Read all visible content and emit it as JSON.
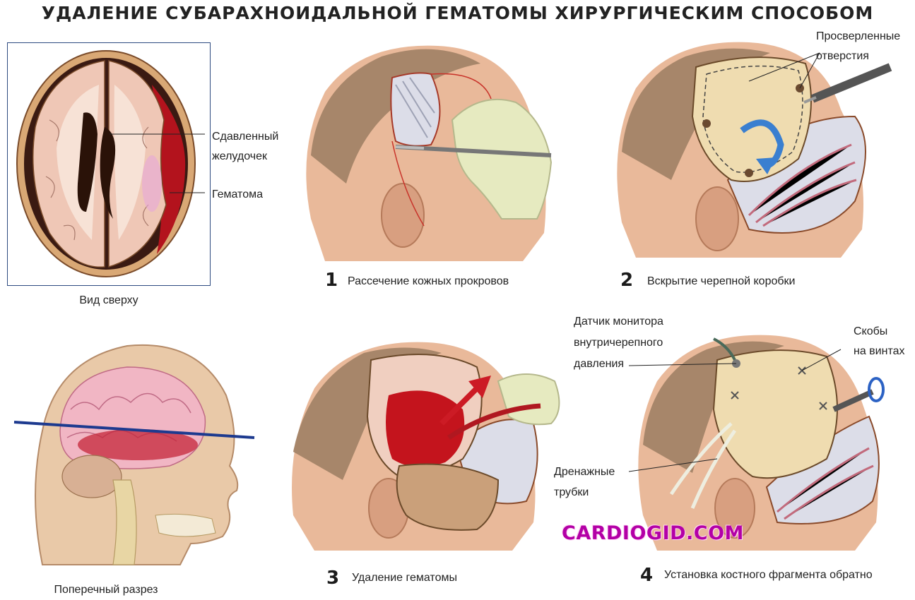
{
  "title": "УДАЛЕНИЕ СУБАРАХНОИДАЛЬНОЙ ГЕМАТОМЫ ХИРУРГИЧЕСКИМ СПОСОБОМ",
  "top_view": {
    "caption": "Вид сверху",
    "label_ventricle_line1": "Сдавленный",
    "label_ventricle_line2": "желудочек",
    "label_hematoma": "Гематома"
  },
  "cross_section": {
    "caption": "Поперечный разрез"
  },
  "steps": [
    {
      "number": "1",
      "text": "Рассечение кожных прокровов"
    },
    {
      "number": "2",
      "text": "Вскрытие черепной коробки"
    },
    {
      "number": "3",
      "text": "Удаление гематомы"
    },
    {
      "number": "4",
      "text": "Установка костного фрагмента обратно"
    }
  ],
  "callouts": {
    "drilled_holes_line1": "Просверленные",
    "drilled_holes_line2": "отверстия",
    "icp_sensor_line1": "Датчик монитора",
    "icp_sensor_line2": "внутричерепного",
    "icp_sensor_line3": "давления",
    "clamps_line1": "Скобы",
    "clamps_line2": "на винтах",
    "drain_line1": "Дренажные",
    "drain_line2": "трубки"
  },
  "watermark": "CARDIOGID.COM",
  "colors": {
    "skin": "#e9b99a",
    "hair": "#a7866a",
    "brain": "#efc7b6",
    "hematoma": "#b3131d",
    "frame": "#2d4a80",
    "bone": "#efdcb0",
    "watermark": "#b300a6"
  }
}
